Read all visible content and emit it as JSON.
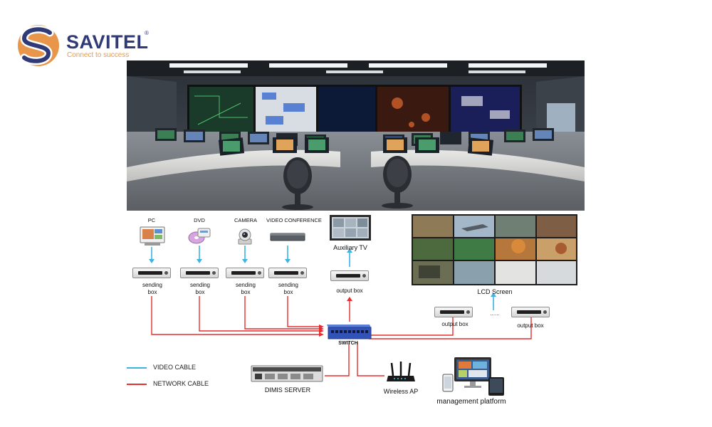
{
  "brand": {
    "name": "SAVITEL",
    "registered": "®",
    "tagline": "Connect to success"
  },
  "sources": {
    "pc": "PC",
    "dvd": "DVD",
    "camera": "CAMERA",
    "video_conference": "VIDEO CONFERENCE"
  },
  "sending_box_label": "sending box",
  "auxiliary_tv": "Auxiliary TV",
  "output_box_label": "output box",
  "lcd_screen": "LCD Screen",
  "dots": "......",
  "switch_label": "SWITCH",
  "server_label": "DIMIS SERVER",
  "wireless_ap_label": "Wireless AP",
  "management_platform_label": "management platform",
  "legend": {
    "video_cable": "VIDEO CABLE",
    "network_cable": "NETWORK CABLE"
  },
  "colors": {
    "video_cable": "#3bb3e6",
    "network_cable": "#e52f2f",
    "brand_blue": "#2f3a77",
    "brand_orange": "#e39a4a"
  }
}
